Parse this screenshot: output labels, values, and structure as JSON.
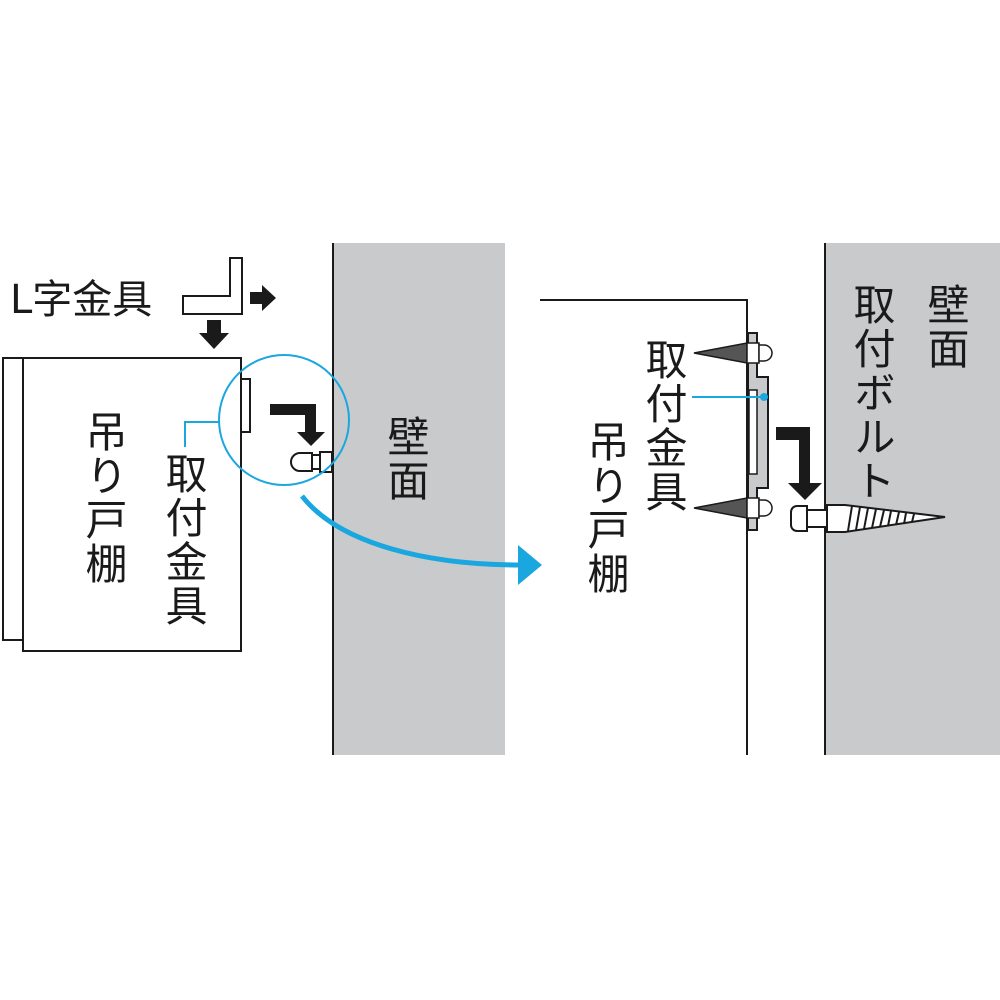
{
  "colors": {
    "wall": "#c9cacc",
    "accent": "#1aa7e0",
    "ink": "#1a1a1a"
  },
  "left_view": {
    "l_bracket_label": "L字金具",
    "cabinet_label": "吊り戸棚",
    "mount_bracket_label": "取付金具",
    "wall_label": "壁面"
  },
  "right_view": {
    "mount_bracket_label": "取付金具",
    "cabinet_label": "吊り戸棚",
    "bolt_label": "取付ボルト",
    "wall_label": "壁面"
  }
}
